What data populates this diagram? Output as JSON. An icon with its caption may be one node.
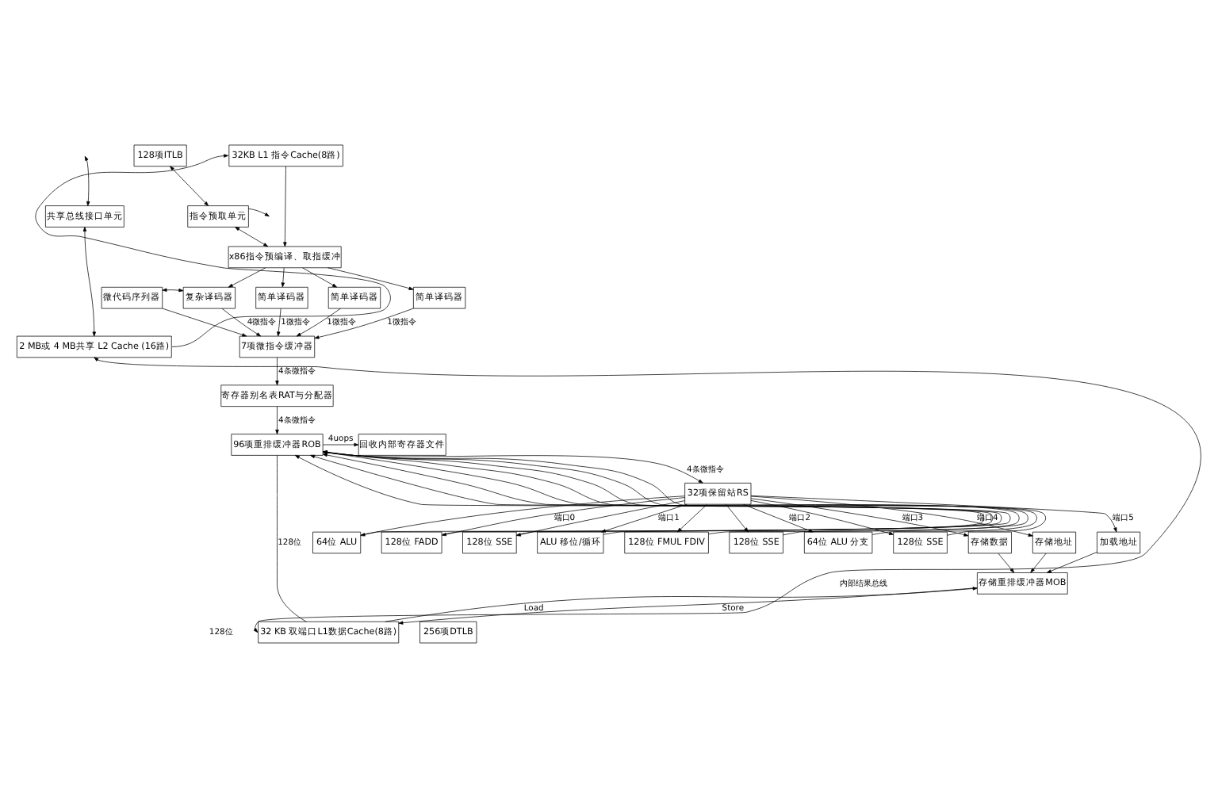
{
  "diagram": {
    "nodes": [
      {
        "text": [
          "共享总线接口单元"
        ]
      },
      {
        "text": [
          "2 MB或 4 MB共享 L2 Cache (16路)"
        ]
      },
      {
        "text": [
          "128项ITLB"
        ]
      },
      {
        "text": [
          "32KB L1 指令Cache(8路)"
        ]
      },
      {
        "text": [
          "x86指令预编译、取指缓冲"
        ]
      },
      {
        "text": [
          "指令预取单元"
        ]
      },
      {
        "text": [
          "微代码序列器"
        ]
      },
      {
        "text": [
          "复杂译码器"
        ]
      },
      {
        "text": [
          "简单译码器"
        ]
      },
      {
        "text": [
          "简单译码器"
        ]
      },
      {
        "text": [
          "简单译码器"
        ]
      },
      {
        "text": [
          "7项微指令缓冲器"
        ]
      },
      {
        "text": [
          "寄存器别名表RAT与分配器"
        ]
      },
      {
        "text": [
          "96项重排缓冲器ROB"
        ]
      },
      {
        "text": [
          "回收内部寄存器文件"
        ]
      },
      {
        "text": [
          "32项保留站RS"
        ]
      },
      {
        "text": [
          "64位 ALU"
        ]
      },
      {
        "text": [
          "128位 FADD"
        ]
      },
      {
        "text": [
          "128位 SSE"
        ]
      },
      {
        "text": [
          "ALU 移位/循环"
        ]
      },
      {
        "text": [
          "128位 FMUL FDIV"
        ]
      },
      {
        "text": [
          "128位 SSE"
        ]
      },
      {
        "text": [
          "64位 ALU 分支"
        ]
      },
      {
        "text": [
          "128位 SSE"
        ]
      },
      {
        "text": [
          "存储数据"
        ]
      },
      {
        "text": [
          "存储地址"
        ]
      },
      {
        "text": [
          "加载地址"
        ]
      },
      {
        "text": [
          "存储重排缓冲器MOB"
        ]
      },
      {
        "text": [
          "32 KB 双端口L1数据Cache(8路)"
        ]
      },
      {
        "text": [
          "256项DTLB"
        ]
      }
    ],
    "edges": [
      {
        "from": null,
        "to": 0,
        "arrow": "both"
      },
      {
        "from": 0,
        "to": 1,
        "arrow": "both"
      },
      {
        "from": 1,
        "to": 3,
        "arrow": "to"
      },
      {
        "from": 2,
        "to": 5,
        "arrow": "both"
      },
      {
        "from": 3,
        "to": 4,
        "arrow": "to"
      },
      {
        "from": 5,
        "to": 4,
        "arrow": "both"
      },
      {
        "from": 5,
        "to": null,
        "arrow": "to"
      },
      {
        "from": 4,
        "to": 7,
        "arrow": "to"
      },
      {
        "from": 4,
        "to": 8,
        "arrow": "to"
      },
      {
        "from": 4,
        "to": 9,
        "arrow": "to"
      },
      {
        "from": 4,
        "to": 10,
        "arrow": "to"
      },
      {
        "from": 6,
        "to": 7,
        "arrow": "both"
      },
      {
        "from": 6,
        "to": 11,
        "arrow": "to"
      },
      {
        "from": 7,
        "to": 11,
        "arrow": "to",
        "label": "4微指令"
      },
      {
        "from": 8,
        "to": 11,
        "arrow": "to",
        "label": "1微指令"
      },
      {
        "from": 9,
        "to": 11,
        "arrow": "to",
        "label": "1微指令"
      },
      {
        "from": 10,
        "to": 11,
        "arrow": "to",
        "label": "1微指令"
      },
      {
        "from": 11,
        "to": 12,
        "arrow": "to",
        "label": "4条微指令"
      },
      {
        "from": 12,
        "to": 13,
        "arrow": "to",
        "label": "4条微指令"
      },
      {
        "from": 13,
        "to": 14,
        "arrow": "to",
        "label": "4uops"
      },
      {
        "from": 13,
        "to": 15,
        "arrow": "to",
        "label": "4条微指令"
      },
      {
        "from": 15,
        "to": 16,
        "arrow": "to"
      },
      {
        "from": 15,
        "to": 17,
        "arrow": "to",
        "label": "端口0"
      },
      {
        "from": 15,
        "to": 18,
        "arrow": "to"
      },
      {
        "from": 15,
        "to": 19,
        "arrow": "to",
        "label": "端口1"
      },
      {
        "from": 15,
        "to": 20,
        "arrow": "to"
      },
      {
        "from": 15,
        "to": 21,
        "arrow": "to"
      },
      {
        "from": 15,
        "to": 22,
        "arrow": "to",
        "label": "端口2"
      },
      {
        "from": 15,
        "to": 23,
        "arrow": "to"
      },
      {
        "from": 15,
        "to": 24,
        "arrow": "to",
        "label": "端口3"
      },
      {
        "from": 15,
        "to": 25,
        "arrow": "to",
        "label": "端口4"
      },
      {
        "from": 15,
        "to": 26,
        "arrow": "to",
        "label": "端口5"
      },
      {
        "from": 16,
        "to": 13,
        "arrow": "to"
      },
      {
        "from": 17,
        "to": 13,
        "arrow": "to"
      },
      {
        "from": 18,
        "to": 13,
        "arrow": "to"
      },
      {
        "from": 19,
        "to": 13,
        "arrow": "to"
      },
      {
        "from": 20,
        "to": 13,
        "arrow": "to"
      },
      {
        "from": 21,
        "to": 13,
        "arrow": "to"
      },
      {
        "from": 22,
        "to": 13,
        "arrow": "to"
      },
      {
        "from": 23,
        "to": 13,
        "arrow": "to"
      },
      {
        "from": 28,
        "to": 13,
        "arrow": "none",
        "label": "128位"
      },
      {
        "from": 24,
        "to": 27,
        "arrow": "to"
      },
      {
        "from": 25,
        "to": 27,
        "arrow": "to"
      },
      {
        "from": 26,
        "to": 27,
        "arrow": "to"
      },
      {
        "from": 27,
        "to": 28,
        "arrow": "to",
        "label": "Store"
      },
      {
        "from": 28,
        "to": 27,
        "arrow": "to",
        "label": "Load"
      },
      {
        "from": 1,
        "to": 28,
        "arrow": "both"
      }
    ],
    "labels": [
      "内部结果总线",
      "128位"
    ]
  }
}
